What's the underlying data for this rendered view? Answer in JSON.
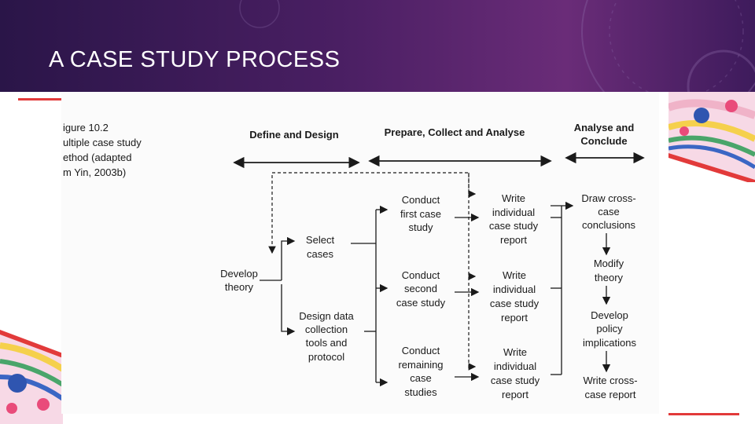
{
  "slide": {
    "title": "A CASE STUDY PROCESS"
  },
  "figure_caption": {
    "lines": [
      "igure 10.2",
      "ultiple case study",
      "ethod (adapted",
      "m Yin, 2003b)"
    ]
  },
  "phases": {
    "define": "Define and Design",
    "prepare": "Prepare, Collect and Analyse",
    "analyse": [
      "Analyse and",
      "Conclude"
    ]
  },
  "boxes": {
    "develop_theory": [
      "Develop",
      "theory"
    ],
    "select_cases": [
      "Select",
      "cases"
    ],
    "design_data": [
      "Design data",
      "collection",
      "tools and",
      "protocol"
    ],
    "conduct_first": [
      "Conduct",
      "first case",
      "study"
    ],
    "conduct_second": [
      "Conduct",
      "second",
      "case study"
    ],
    "conduct_remaining": [
      "Conduct",
      "remaining",
      "case",
      "studies"
    ],
    "write1": [
      "Write",
      "individual",
      "case study",
      "report"
    ],
    "write2": [
      "Write",
      "individual",
      "case study",
      "report"
    ],
    "write3": [
      "Write",
      "individual",
      "case study",
      "report"
    ],
    "draw_cross": [
      "Draw cross-",
      "case",
      "conclusions"
    ],
    "modify_theory": [
      "Modify",
      "theory"
    ],
    "develop_policy": [
      "Develop",
      "policy",
      "implications"
    ],
    "write_cross": [
      "Write cross-",
      "case report"
    ]
  },
  "colors": {
    "header_bg": "#3e1b5c",
    "accent": "#e23a3a"
  }
}
